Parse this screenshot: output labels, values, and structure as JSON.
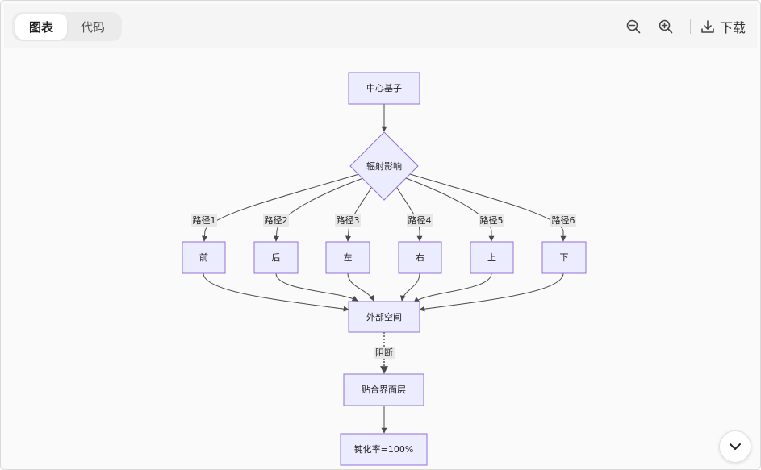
{
  "tabs": [
    {
      "label": "图表",
      "active": true
    },
    {
      "label": "代码",
      "active": false
    }
  ],
  "toolbar": {
    "zoom_out_icon": "zoom-out-icon",
    "zoom_in_icon": "zoom-in-icon",
    "download_label": "下载"
  },
  "diagram": {
    "nodes": {
      "center": "中心基子",
      "radiation": "辐射影响",
      "front": "前",
      "back": "后",
      "left": "左",
      "right": "右",
      "up": "上",
      "down": "下",
      "outer": "外部空间",
      "layer": "贴合界面层",
      "passivation": "钝化率=100%"
    },
    "edge_labels": {
      "path1": "路径1",
      "path2": "路径2",
      "path3": "路径3",
      "path4": "路径4",
      "path5": "路径5",
      "path6": "路径6",
      "block": "阻断"
    },
    "colors": {
      "node_fill": "#ECECFF",
      "node_stroke": "#9370DB",
      "edge": "#4a4a4a"
    }
  }
}
